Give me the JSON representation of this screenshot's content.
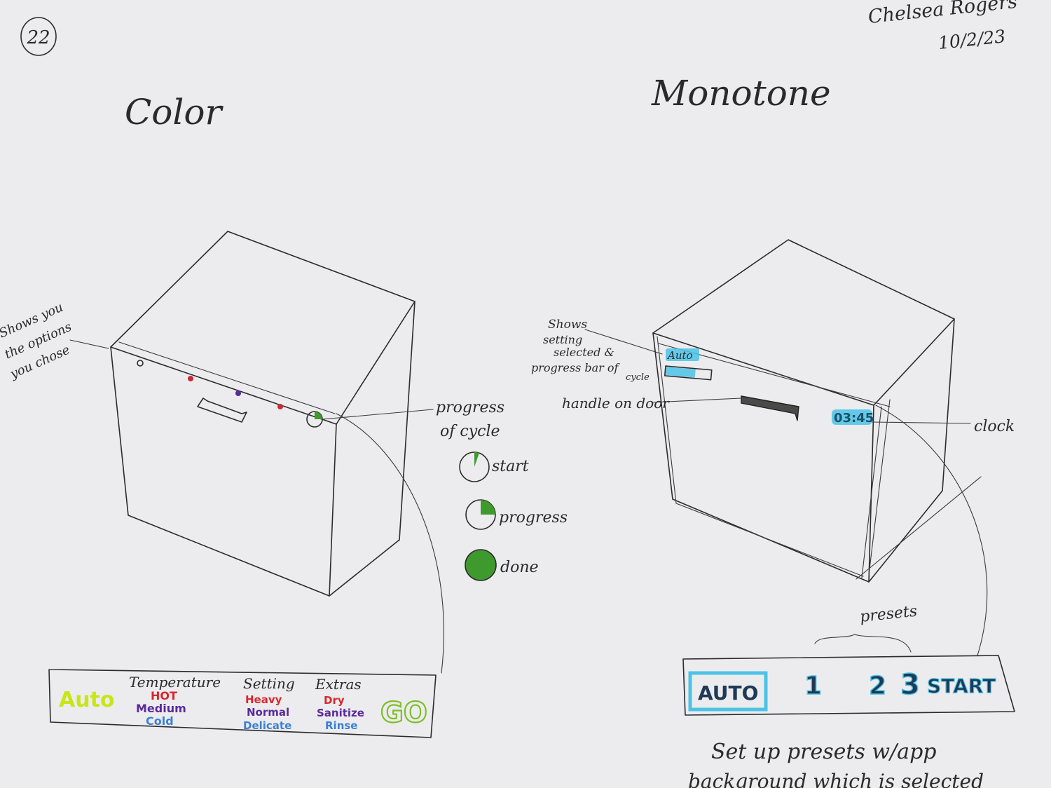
{
  "page": {
    "number": "22",
    "author": "Chelsea Rogers",
    "date": "10/2/23"
  },
  "color_sketch": {
    "title": "Color",
    "note_left": [
      "Shows you",
      "the options",
      "you chose"
    ],
    "note_right": [
      "progress",
      "of cycle"
    ],
    "legend": {
      "start_label": "start",
      "progress_label": "progress",
      "done_label": "done"
    },
    "panel": {
      "auto_label": "Auto",
      "temperature": {
        "heading": "Temperature",
        "options": [
          "HOT",
          "Medium",
          "Cold"
        ]
      },
      "setting": {
        "heading": "Setting",
        "options": [
          "Heavy",
          "Normal",
          "Delicate"
        ]
      },
      "extras": {
        "heading": "Extras",
        "options": [
          "Dry",
          "Sanitize",
          "Rinse"
        ]
      },
      "go_label": "GO"
    },
    "colors": {
      "auto": "#c8e617",
      "hot": "#d8262c",
      "heavy": "#d8262c",
      "dry": "#d8262c",
      "medium": "#5a2a9a",
      "normal": "#5a2a9a",
      "sanitize": "#5a2a9a",
      "cold": "#3d7fd4",
      "delicate": "#3d7fd4",
      "rinse": "#3d7fd4",
      "go": "#7fbf2a",
      "progress_green": "#3f9a2e"
    }
  },
  "monotone_sketch": {
    "title": "Monotone",
    "note_left": [
      "Shows",
      "setting",
      "selected &",
      "progress bar of",
      "cycle"
    ],
    "handle_note": "handle on door",
    "display_auto": "Auto",
    "clock_value": "03:45",
    "clock_note": "clock",
    "presets_note": "presets",
    "panel": {
      "auto_label": "AUTO",
      "preset_1": "1",
      "preset_2": "2",
      "preset_3": "3",
      "start_label": "START"
    },
    "footer_note": [
      "Set up presets w/app",
      "background which is selected"
    ],
    "accent": "#4cc3e6"
  }
}
